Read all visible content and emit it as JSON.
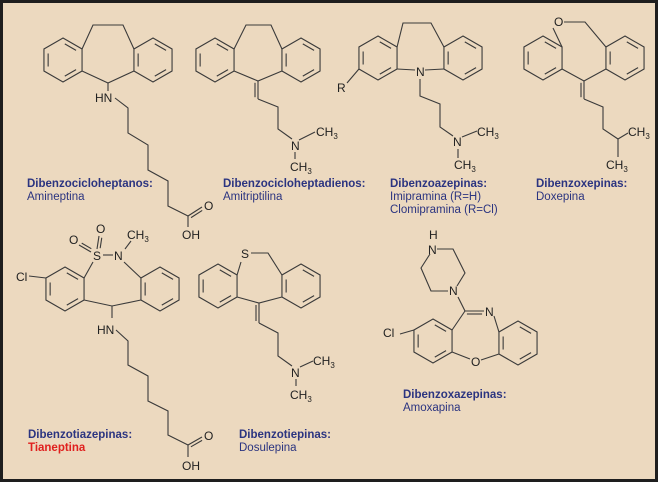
{
  "structures": [
    {
      "class_label": "Dibenzocicloheptanos:",
      "drugs": [
        "Amineptina"
      ],
      "atoms": [
        "HN",
        "O",
        "OH"
      ]
    },
    {
      "class_label": "Dibenzocicloheptadienos:",
      "drugs": [
        "Amitriptilina"
      ],
      "atoms": [
        "N",
        "CH",
        "3",
        "CH",
        "3"
      ]
    },
    {
      "class_label": "Dibenzoazepinas:",
      "drugs": [
        "Imipramina (R=H)",
        "Clomipramina (R=Cl)"
      ],
      "atoms": [
        "N",
        "R",
        "N",
        "CH",
        "3",
        "CH",
        "3"
      ]
    },
    {
      "class_label": "Dibenzoxepinas:",
      "drugs": [
        "Doxepina"
      ],
      "atoms": [
        "O",
        "CH",
        "3",
        "CH",
        "3"
      ]
    },
    {
      "class_label": "Dibenzotiazepinas:",
      "drugs": [
        "Tianeptina"
      ],
      "atoms": [
        "S",
        "N",
        "CH",
        "3",
        "O",
        "O",
        "Cl",
        "HN",
        "O",
        "OH"
      ]
    },
    {
      "class_label": "Dibenzotiepinas:",
      "drugs": [
        "Dosulepina"
      ],
      "atoms": [
        "S",
        "N",
        "CH",
        "3",
        "CH",
        "3"
      ]
    },
    {
      "class_label": "Dibenzoxazepinas:",
      "drugs": [
        "Amoxapina"
      ],
      "atoms": [
        "H",
        "N",
        "N",
        "N",
        "O",
        "Cl"
      ]
    }
  ],
  "colors": {
    "background": "#ecd9bf",
    "label": "#2b3480",
    "highlight": "#e0201e"
  }
}
